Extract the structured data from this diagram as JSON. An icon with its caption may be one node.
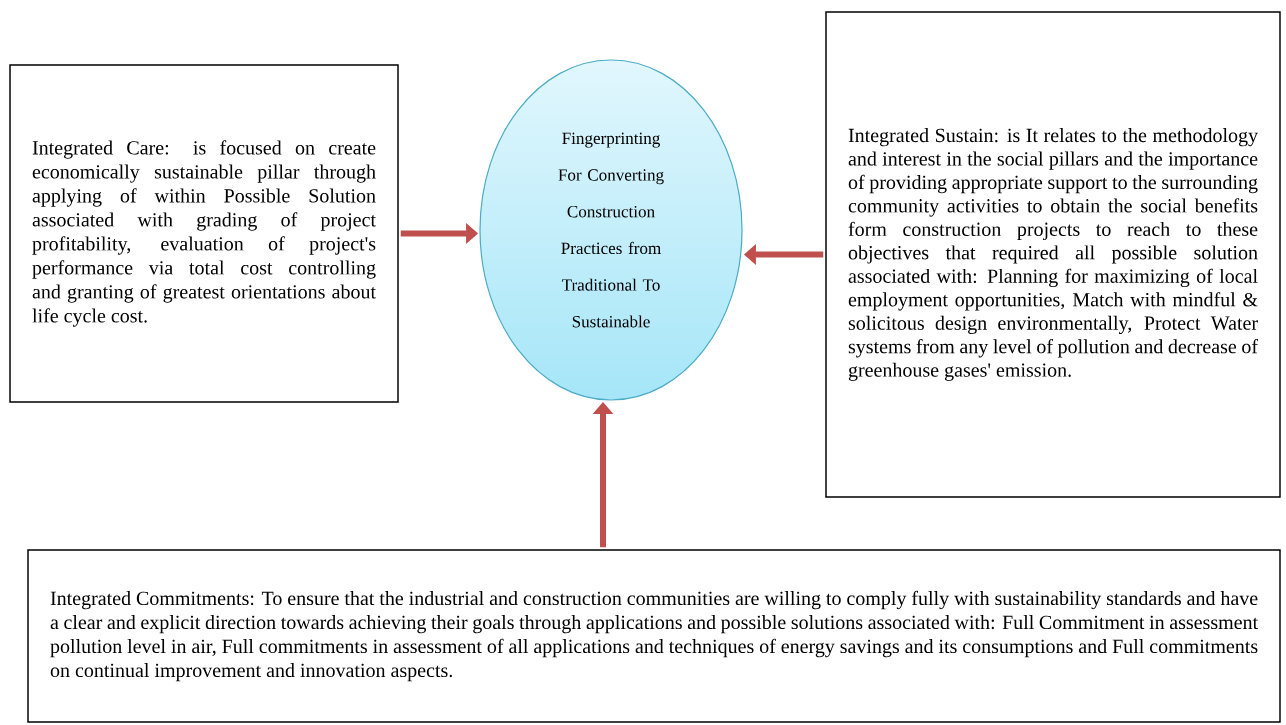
{
  "diagram": {
    "nodes": [
      {
        "text": [
          "Integrated Care: is focused on create economically sustainable pillar through applying of within Possible Solution associated with grading of project profitability, evaluation of project's performance via total cost controlling and granting of greatest orientations about life cycle cost."
        ]
      },
      {
        "text": [
          "Fingerprinting For Converting Construction Practices from Traditional To Sustainable"
        ]
      },
      {
        "text": [
          "Integrated Sustain:  is It relates to the methodology and interest in the social pillars and the importance of providing appropriate support to the surrounding community activities to obtain the social benefits form construction projects to reach to these objectives that required all possible solution associated with: Planning for maximizing of local employment opportunities, Match with mindful & solicitous design environmentally, Protect Water systems from any level of pollution and decrease of greenhouse gases' emission."
        ]
      },
      {
        "text": [
          "Integrated Commitments: To ensure that the industrial and construction communities are willing to comply fully with sustainability standards and have a clear and explicit direction towards achieving their goals through applications and possible solutions associated with: Full Commitment in assessment pollution level in air, Full commitments in assessment of all applications and techniques of energy savings and its consumptions and  Full commitments on continual improvement and innovation aspects."
        ]
      }
    ],
    "edges": [
      {
        "from": 0,
        "to": 1,
        "arrow": "to"
      },
      {
        "from": 2,
        "to": 1,
        "arrow": "to"
      },
      {
        "from": 3,
        "to": 1,
        "arrow": "to"
      }
    ]
  }
}
